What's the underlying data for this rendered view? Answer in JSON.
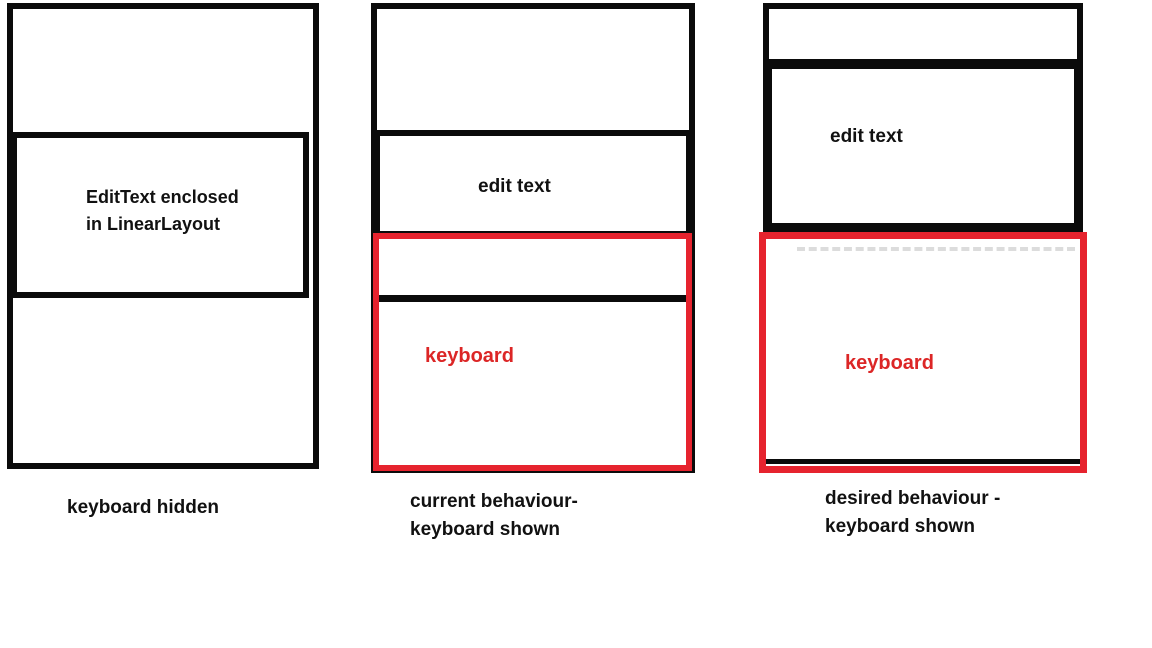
{
  "diagram": {
    "description": "Three hand-drawn phone layout mockups illustrating Android soft-keyboard behaviour with an EditText in a LinearLayout",
    "colors": {
      "box_border_black": "#0b0b0b",
      "keyboard_border_red": "#e6232e",
      "keyboard_text_red": "#dc2626",
      "background": "#ffffff",
      "erased_line_gray": "#dcdcdc"
    }
  },
  "figures": {
    "hidden": {
      "label_line1": "EditText enclosed",
      "label_line2": "in LinearLayout",
      "caption": "keyboard hidden"
    },
    "current": {
      "edit_text_label": "edit text",
      "keyboard_label": "keyboard",
      "caption_line1": "current behaviour-",
      "caption_line2": "keyboard shown"
    },
    "desired": {
      "edit_text_label": "edit text",
      "keyboard_label": "keyboard",
      "caption_line1": "desired behaviour -",
      "caption_line2": "keyboard shown"
    }
  }
}
